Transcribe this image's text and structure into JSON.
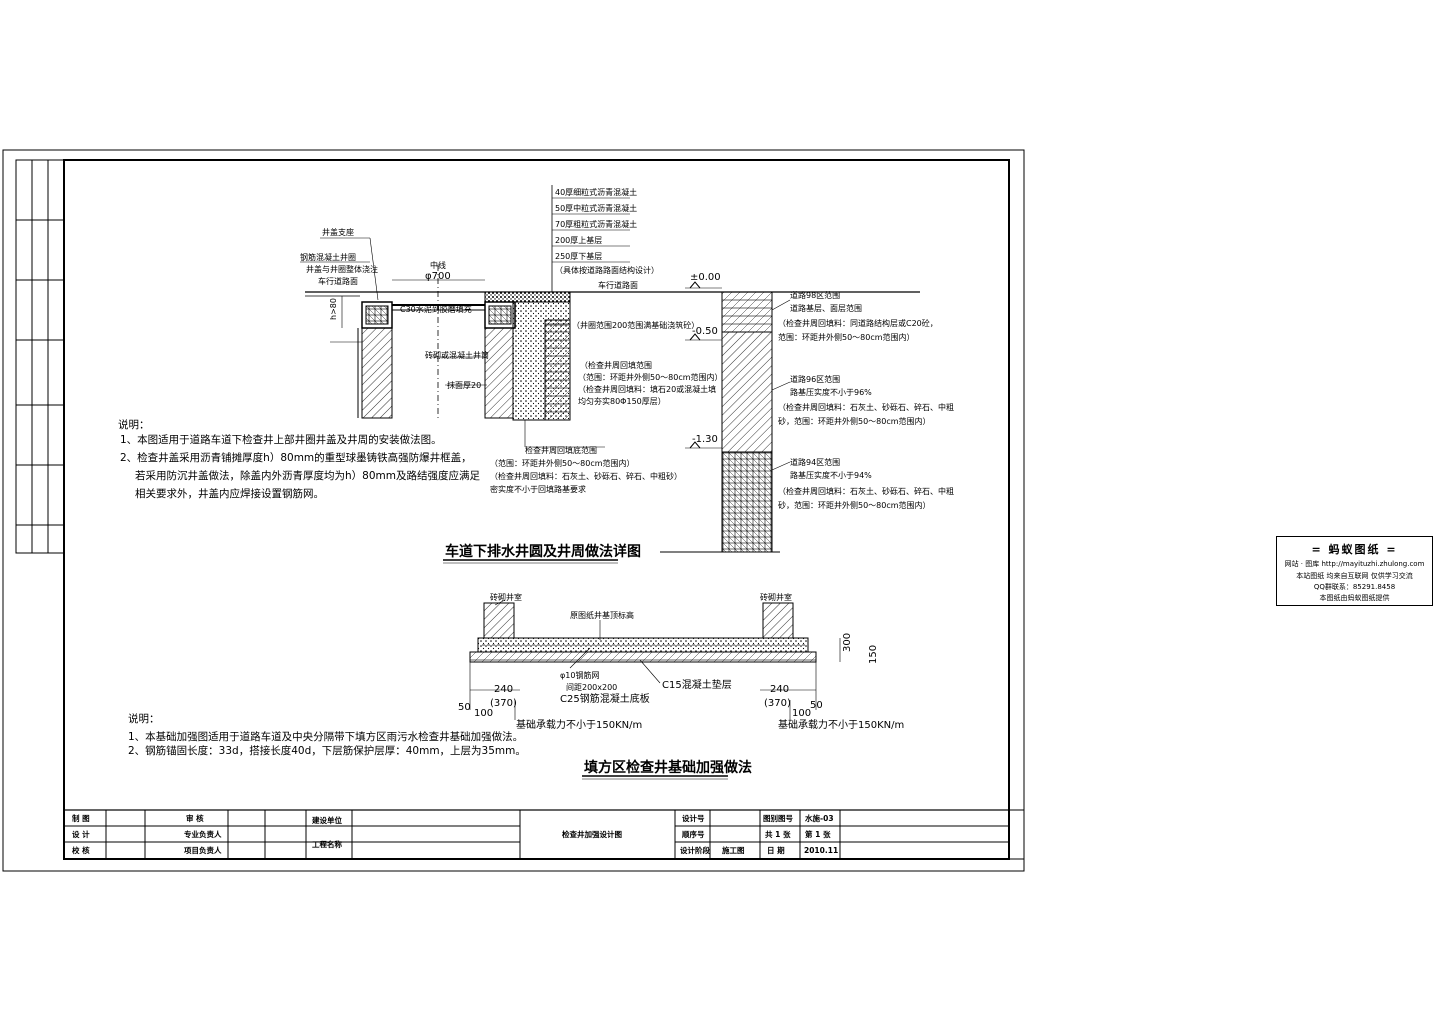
{
  "detail1": {
    "title": "车道下排水井圆及井周做法详图",
    "layers": [
      "40厚细粒式沥青混凝土",
      "50厚中粒式沥青混凝土",
      "70厚粗粒式沥青混凝土",
      "200厚上基层",
      "250厚下基层"
    ],
    "layers_note": "（具体按道路路面结构设计）",
    "road_label": "车行道路面",
    "labels": {
      "cover_frame": "井盖支座",
      "rc_ring": "钢筋混凝土井圈",
      "ring_note": "井盖与井圈整体浇注",
      "road": "车行道路面",
      "h80": "h>80",
      "center": "中线",
      "diameter": "φ700",
      "c30": "C30水泥到胶磨填充",
      "brick_shaft": "砖砌或混凝土井筒",
      "grout": "抹面厚20",
      "ring_200": "（井圈范围200范围满基础浇筑砼）",
      "fill_title": "（检查井周回填范围",
      "fill_1": "（范围：环距井外侧50～80cm范围内）",
      "fill_2": "（检查井周回填料：填石20或混凝土填",
      "fill_3": "均匀夯实80Φ150厚层）",
      "base_title": "检查井周回填底范围",
      "base_1": "（范围：环距井外侧50～80cm范围内）",
      "base_2": "（检查井周回填料：石灰土、砂砾石、碎石、中粗砂）",
      "base_3": "密实度不小于回填路基要求"
    }
  },
  "profile": {
    "elev_0": "±0.00",
    "elev_1": "-0.50",
    "elev_2": "-1.30",
    "z98_title": "道路98区范围",
    "z98_1": "道路基层、面层范围",
    "z98_2": "（检查井周回填料：同道路结构层或C20砼，",
    "z98_3": "范围：环距井外侧50～80cm范围内）",
    "z96_title": "道路96区范围",
    "z96_1": "路基压实度不小于96%",
    "z96_2": "（检查井周回填料：石灰土、砂砾石、碎石、中粗",
    "z96_3": "砂，范围：环距井外侧50～80cm范围内）",
    "z94_title": "道路94区范围",
    "z94_1": "路基压实度不小于94%",
    "z94_2": "（检查井周回填料：石灰土、砂砾石、碎石、中粗",
    "z94_3": "砂，范围：环距井外侧50～80cm范围内）"
  },
  "notes1": {
    "head": "说明：",
    "l1": "1、本图适用于道路车道下检查井上部井圈井盖及井周的安装做法图。",
    "l2": "2、检查井盖采用沥青铺摊厚度h）80mm的重型球墨铸铁高强防爆井框盖，",
    "l3": "若采用防沉井盖做法，除盖内外沥青厚度均为h）80mm及路结强度应满足",
    "l4": "相关要求外，井盖内应焊接设置钢筋网。"
  },
  "detail2": {
    "title": "填方区检查井基础加强做法",
    "brick_l": "砖砌井室",
    "brick_r": "砖砌井室",
    "orig_base": "原图纸井基顶标高",
    "mesh": "φ10钢筋网",
    "mesh_spacing": "间距200x200",
    "c25": "C25钢筋混凝土底板",
    "c15": "C15混凝土垫层",
    "dim_300": "300",
    "dim_150": "150",
    "dim_240_l": "240",
    "dim_370_l": "(370)",
    "dim_50_l": "50",
    "dim_100_l": "100",
    "dim_240_r": "240",
    "dim_370_r": "(370)",
    "dim_100_r": "100",
    "dim_50_r": "50",
    "bearing_l": "基础承载力不小于150KN/m",
    "bearing_r": "基础承载力不小于150KN/m"
  },
  "notes2": {
    "head": "说明：",
    "l1": "1、本基础加强图适用于道路车道及中央分隔带下填方区雨污水检查井基础加强做法。",
    "l2": "2、钢筋锚固长度：33d，搭接长度40d，下层筋保护层厚：40mm，上层为35mm。"
  },
  "titleblock": {
    "r1c1": "制 图",
    "r2c1": "设 计",
    "r3c1": "校 核",
    "r1c3": "审 核",
    "r2c3": "专业负责人",
    "r3c3": "项目负责人",
    "r1c5": "建设单位",
    "r2c5": "工程名称",
    "drawing_name": "检查井加强设计图",
    "r1c7": "设计号",
    "r2c7": "顺序号",
    "r3c7": "设计阶段",
    "r3c8": "施工图",
    "r1c9": "图别图号",
    "r1c10": "水施-03",
    "r2c9": "共 1 张",
    "r2c10": "第 1 张",
    "r3c9": "日 期",
    "r3c10": "2010.11"
  },
  "watermark": {
    "title": "= 蚂蚁图纸 =",
    "l2": "网站 · 图库  http://mayituzhi.zhulong.com",
    "l3": "本站图纸 均来自互联网 仅供学习交流",
    "l4": "QQ群联系：85291.8458",
    "l5": "本图纸由蚂蚁图纸提供"
  }
}
